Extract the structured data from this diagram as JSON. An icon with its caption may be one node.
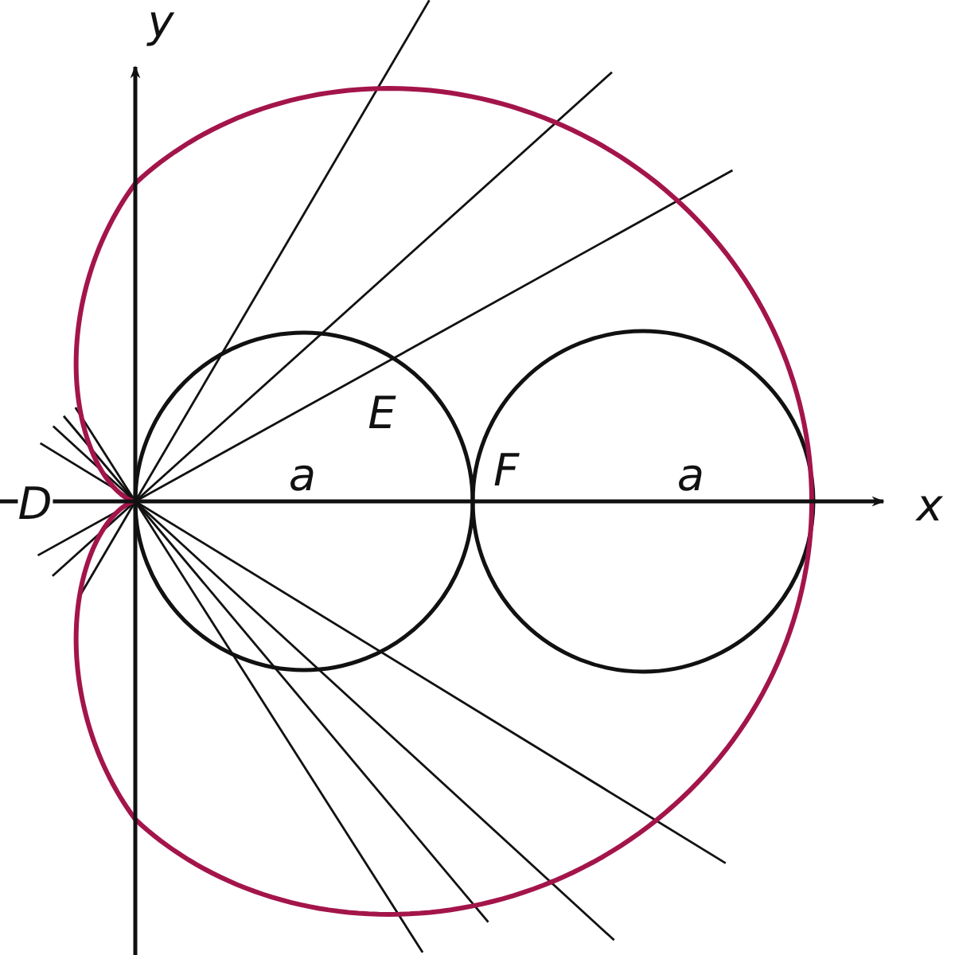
{
  "diagram": {
    "labels": [
      "y",
      "D",
      "E",
      "a",
      "F",
      "a",
      "x"
    ]
  }
}
